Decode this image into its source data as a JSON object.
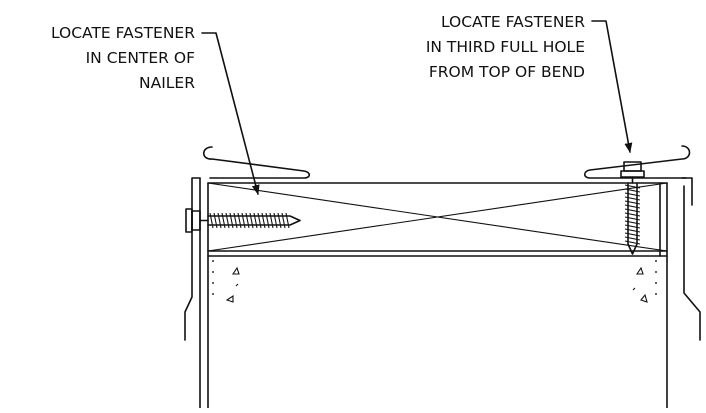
{
  "callouts": {
    "left": {
      "lines": [
        "LOCATE FASTENER",
        "IN CENTER OF",
        "NAILER"
      ]
    },
    "right": {
      "lines": [
        "LOCATE FASTENER",
        "IN THIRD FULL HOLE",
        "FROM TOP OF BEND"
      ]
    }
  },
  "colors": {
    "ink": "#111111",
    "background": "#ffffff"
  }
}
